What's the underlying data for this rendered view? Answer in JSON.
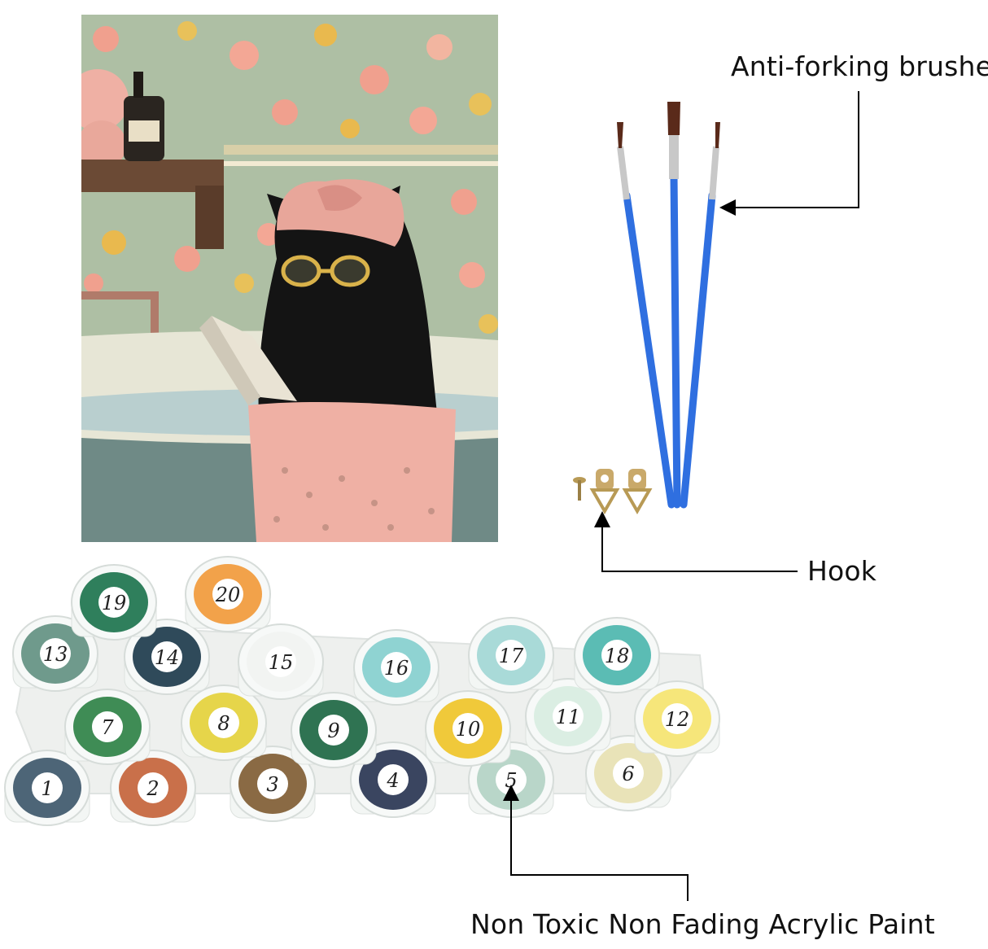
{
  "labels": {
    "brushes": "Anti-forking brushes",
    "hook": "Hook",
    "paint": "Non Toxic Non Fading Acrylic Paint"
  },
  "paint_pots": [
    {
      "number": "1",
      "color": "#4d6577"
    },
    {
      "number": "2",
      "color": "#c9704a"
    },
    {
      "number": "3",
      "color": "#8a6a44"
    },
    {
      "number": "4",
      "color": "#3a4560"
    },
    {
      "number": "5",
      "color": "#b9d6c9"
    },
    {
      "number": "6",
      "color": "#e9e3b8"
    },
    {
      "number": "7",
      "color": "#3f8c55"
    },
    {
      "number": "8",
      "color": "#e6d54a"
    },
    {
      "number": "9",
      "color": "#2f7352"
    },
    {
      "number": "10",
      "color": "#f0c93a"
    },
    {
      "number": "11",
      "color": "#dbeee3"
    },
    {
      "number": "12",
      "color": "#f6e67a"
    },
    {
      "number": "13",
      "color": "#6f9a8c"
    },
    {
      "number": "14",
      "color": "#2f4a5a"
    },
    {
      "number": "15",
      "color": "#f2f4f2"
    },
    {
      "number": "16",
      "color": "#8fd3d2"
    },
    {
      "number": "17",
      "color": "#a9dad8"
    },
    {
      "number": "18",
      "color": "#5bbcb4"
    },
    {
      "number": "19",
      "color": "#2f7f5c"
    },
    {
      "number": "20",
      "color": "#f2a24a"
    }
  ],
  "colors": {
    "wallpaper": "#aebfa4",
    "towel_pink": "#efb0a4",
    "cat_black": "#141414",
    "tub": "#6f8a86",
    "brush_blue": "#2f6fe0"
  }
}
